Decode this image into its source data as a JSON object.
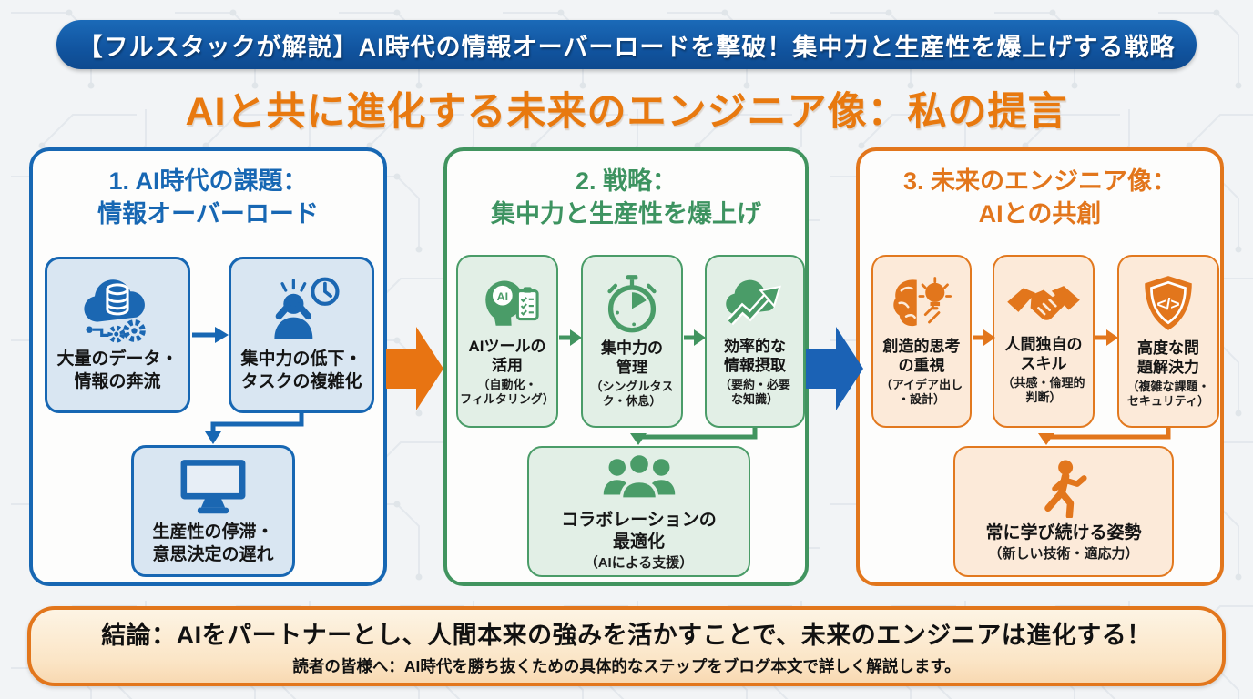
{
  "banner": {
    "text": "【フルスタックが解説】AI時代の情報オーバーロードを撃破！集中力と生産性を爆上げする戦略"
  },
  "title": {
    "text": "AIと共に進化する未来のエンジニア像：私の提言"
  },
  "colors": {
    "banner_blue": "#11549f",
    "panel1_blue": "#1767b3",
    "panel2_green": "#41945f",
    "panel3_orange": "#e2761c",
    "arrow_orange": "#e87412",
    "arrow_blue": "#1b62b5",
    "title_orange": "#e8790f"
  },
  "panel1": {
    "header": "1. AI時代の課題：\n情報オーバーロード",
    "box1": {
      "icon": "cloud-database-gear-icon",
      "label": "大量のデータ・\n情報の奔流"
    },
    "box2": {
      "icon": "stressed-person-clock-icon",
      "label": "集中力の低下・\nタスクの複雑化"
    },
    "box3": {
      "icon": "monitor-icon",
      "label": "生産性の停滞・\n意思決定の遅れ"
    }
  },
  "panel2": {
    "header": "2. 戦略：\n集中力と生産性を爆上げ",
    "box1": {
      "icon": "ai-head-checklist-icon",
      "title": "AIツールの\n活用",
      "sub": "（自動化・\nフィルタリング）"
    },
    "box2": {
      "icon": "stopwatch-icon",
      "title": "集中力の\n管理",
      "sub": "（シングルタス\nク・休息）"
    },
    "box3": {
      "icon": "cloud-growth-icon",
      "title": "効率的な\n情報摂取",
      "sub": "（要約・必要\nな知識）"
    },
    "box4": {
      "icon": "people-group-icon",
      "title": "コラボレーションの\n最適化",
      "sub": "（AIによる支援）"
    }
  },
  "panel3": {
    "header": "3. 未来のエンジニア像：\nAIとの共創",
    "box1": {
      "icon": "brain-bulb-icon",
      "title": "創造的思考\nの重視",
      "sub": "（アイデア出し\n・設計）"
    },
    "box2": {
      "icon": "handshake-icon",
      "title": "人間独自の\nスキル",
      "sub": "（共感・倫理的\n判断）"
    },
    "box3": {
      "icon": "shield-code-icon",
      "title": "高度な問\n題解決力",
      "sub": "（複雑な課題・\nセキュリティ）"
    },
    "box4": {
      "icon": "walking-person-icon",
      "title": "常に学び続ける姿勢",
      "sub": "（新しい技術・適応力）"
    }
  },
  "conclusion": {
    "line1": "結論：AIをパートナーとし、人間本来の強みを活かすことで、未来のエンジニアは進化する！",
    "line2": "読者の皆様へ：AI時代を勝ち抜くための具体的なステップをブログ本文で詳しく解説します。"
  }
}
